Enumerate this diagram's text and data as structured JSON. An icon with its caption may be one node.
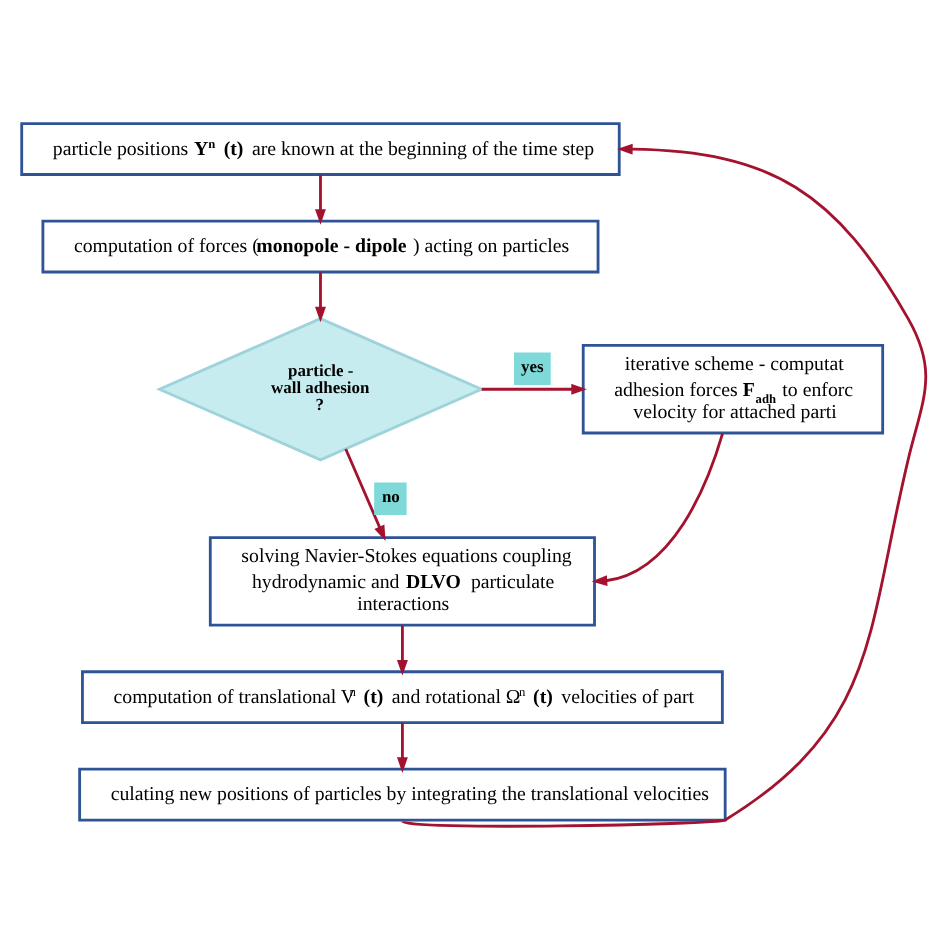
{
  "diagram": {
    "nodes": [
      {
        "text": [
          "particle positions **Y$^{n}$ (t)** are known at the beginning of the time step"
        ]
      },
      {
        "text": [
          "computation of forces (**monopole - dipole** ) acting on particles"
        ]
      },
      {
        "text": [
          "particle - wall adhesion ?"
        ]
      },
      {
        "text": [
          "iterative scheme - computat adhesion forces **F$_{adh}$** to enforc velocity for attached parti"
        ]
      },
      {
        "text": [
          "solving Navier-Stokes equations coupling hydrodynamic and **DLVO** particulate interactions"
        ]
      },
      {
        "text": [
          "computation of translational V$^{n}$ **(t)** and rotational Ω$^{n}$ **(t)** velocities of part"
        ]
      },
      {
        "text": [
          "culating new positions of particles by integrating the translational velocities"
        ]
      }
    ],
    "edges": [
      {
        "from": 0,
        "to": 1,
        "arrow": "to"
      },
      {
        "from": 1,
        "to": 2,
        "arrow": "to"
      },
      {
        "from": 2,
        "to": 3,
        "arrow": "to",
        "label": "yes"
      },
      {
        "from": 2,
        "to": 4,
        "arrow": "to",
        "label": "no"
      },
      {
        "from": 3,
        "to": 4,
        "arrow": "to"
      },
      {
        "from": 4,
        "to": 5,
        "arrow": "to"
      },
      {
        "from": 5,
        "to": 6,
        "arrow": "to"
      },
      {
        "from": 6,
        "to": 0,
        "arrow": "to"
      }
    ]
  }
}
